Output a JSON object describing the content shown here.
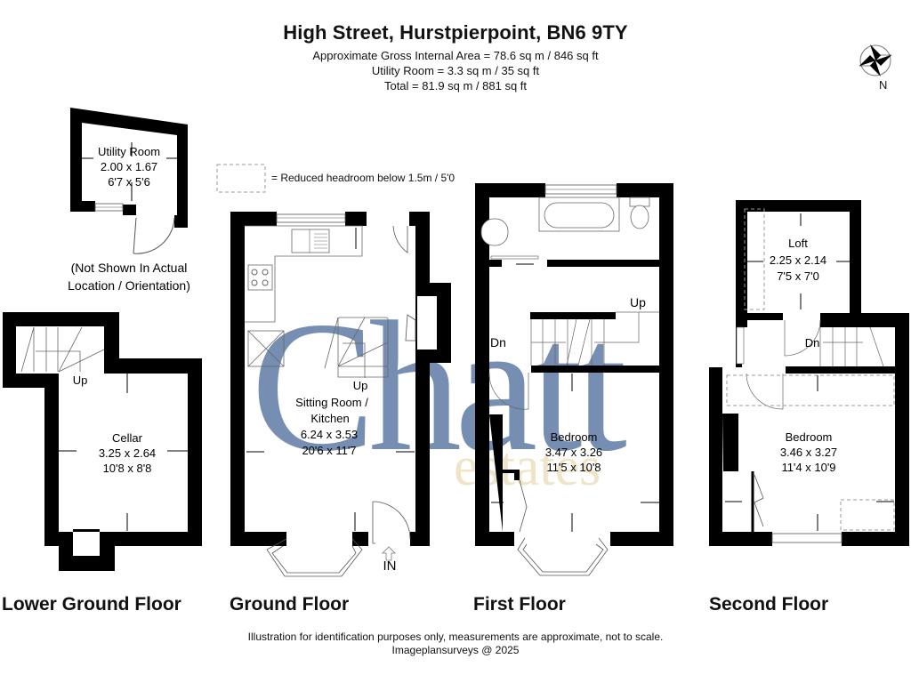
{
  "header": {
    "title": "High Street, Hurstpierpoint, BN6 9TY",
    "lines": [
      "Approximate Gross Internal Area = 78.6 sq m / 846 sq ft",
      "Utility Room  = 3.3 sq m / 35 sq ft",
      "Total = 81.9 sq m / 881 sq ft"
    ]
  },
  "compass": {
    "icon": "north-arrow-compass-icon",
    "label": "N"
  },
  "legend": {
    "icon": "dashed-box-icon",
    "text": "= Reduced headroom below 1.5m / 5'0"
  },
  "utility": {
    "name": "Utility Room",
    "metric": "2.00 x 1.67",
    "imperial": "6'7 x 5'6",
    "note_line1": "(Not Shown In Actual",
    "note_line2": "Location / Orientation)"
  },
  "floors": {
    "lower_ground": {
      "label": "Lower Ground Floor",
      "rooms": [
        {
          "name": "Cellar",
          "metric": "3.25 x 2.64",
          "imperial": "10'8 x 8'8"
        }
      ],
      "stairs": "Up"
    },
    "ground": {
      "label": "Ground Floor",
      "rooms": [
        {
          "name_line1": "Sitting Room /",
          "name_line2": "Kitchen",
          "metric": "6.24 x 3.53",
          "imperial": "20'6 x 11'7"
        }
      ],
      "stairs": "Up",
      "entrance": "IN"
    },
    "first": {
      "label": "First Floor",
      "rooms": [
        {
          "name": "Bedroom",
          "metric": "3.47 x 3.26",
          "imperial": "11'5 x 10'8"
        }
      ],
      "stairs_up": "Up",
      "stairs_down": "Dn"
    },
    "second": {
      "label": "Second Floor",
      "rooms": [
        {
          "name": "Loft",
          "metric": "2.25 x 2.14",
          "imperial": "7'5 x 7'0"
        },
        {
          "name": "Bedroom",
          "metric": "3.46 x 3.27",
          "imperial": "11'4 x 10'9"
        }
      ],
      "stairs_down": "Dn"
    }
  },
  "watermark": {
    "main": "Chatt",
    "sub": "estates",
    "main_color": "#6f89ad",
    "sub_color": "#efe3c6"
  },
  "footer": {
    "disclaimer": "Illustration for identification purposes only, measurements are approximate, not to scale.",
    "credit": "Imageplansurveys @ 2025"
  }
}
